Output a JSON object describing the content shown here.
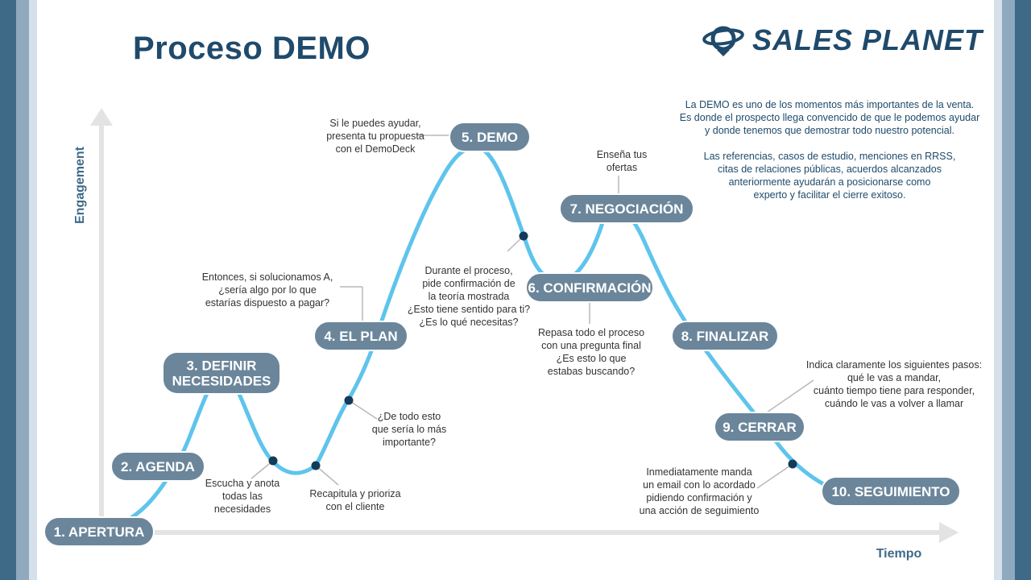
{
  "title": "Proceso DEMO",
  "logo": {
    "text": "SALES PLANET",
    "icon": "planet-ring-icon"
  },
  "intro": {
    "paragraph1": [
      "La DEMO es uno de los momentos más importantes de la venta.",
      "Es donde el prospecto llega convencido de que le podemos ayudar",
      "y donde tenemos que demostrar todo nuestro potencial."
    ],
    "paragraph2": [
      "Las referencias, casos de estudio, menciones en RRSS,",
      "citas de relaciones públicas, acuerdos alcanzados",
      "anteriormente ayudarán a posicionarse como",
      "experto y facilitar el cierre exitoso."
    ]
  },
  "axes": {
    "y_label": "Engagement",
    "x_label": "Tiempo"
  },
  "colors": {
    "curve": "#5ec4ec",
    "pill": "#6b869b",
    "dot": "#143a5a",
    "axis": "#e3e3e3",
    "title": "#1f4a6b",
    "leader": "#b9b9b9"
  },
  "stages": [
    {
      "id": "apertura",
      "label": [
        "1. APERTURA"
      ]
    },
    {
      "id": "agenda",
      "label": [
        "2. AGENDA"
      ]
    },
    {
      "id": "definir",
      "label": [
        "3. DEFINIR",
        "NECESIDADES"
      ]
    },
    {
      "id": "plan",
      "label": [
        "4. EL PLAN"
      ]
    },
    {
      "id": "demo",
      "label": [
        "5. DEMO"
      ]
    },
    {
      "id": "confirmacion",
      "label": [
        "6. CONFIRMACIÓN"
      ]
    },
    {
      "id": "negociacion",
      "label": [
        "7. NEGOCIACIÓN"
      ]
    },
    {
      "id": "finalizar",
      "label": [
        "8. FINALIZAR"
      ]
    },
    {
      "id": "cerrar",
      "label": [
        "9. CERRAR"
      ]
    },
    {
      "id": "seguimiento",
      "label": [
        "10. SEGUIMIENTO"
      ]
    }
  ],
  "notes": [
    {
      "id": "escucha",
      "lines": [
        "Escucha y anota",
        "todas las",
        "necesidades"
      ]
    },
    {
      "id": "recapitula",
      "lines": [
        "Recapitula y prioriza",
        "con el cliente"
      ]
    },
    {
      "id": "de-todo",
      "lines": [
        "¿De todo esto",
        "que sería lo más",
        "importante?"
      ]
    },
    {
      "id": "entonces",
      "lines": [
        "Entonces, si solucionamos A,",
        "¿sería algo por lo que",
        "estarías dispuesto a pagar?"
      ]
    },
    {
      "id": "si-le-puedes",
      "lines": [
        "Si le puedes ayudar,",
        "presenta tu propuesta",
        "con el DemoDeck"
      ]
    },
    {
      "id": "durante",
      "lines": [
        "Durante el proceso,",
        "pide confirmación de",
        "la teoría mostrada",
        "¿Esto tiene sentido para ti?",
        "¿Es lo qué necesitas?"
      ]
    },
    {
      "id": "repasa",
      "lines": [
        "Repasa todo el proceso",
        "con una pregunta final",
        "¿Es esto lo que",
        "estabas buscando?"
      ]
    },
    {
      "id": "ensena",
      "lines": [
        "Enseña tus",
        "ofertas"
      ]
    },
    {
      "id": "indica",
      "lines": [
        "Indica claramente los siguientes pasos:",
        "qué le vas a mandar,",
        "cuánto tiempo tiene para responder,",
        "cuándo le vas a volver a llamar"
      ]
    },
    {
      "id": "inmediatamente",
      "lines": [
        "Inmediatamente manda",
        "un email con lo acordado",
        "pidiendo confirmación y",
        "una acción de seguimiento"
      ]
    }
  ]
}
